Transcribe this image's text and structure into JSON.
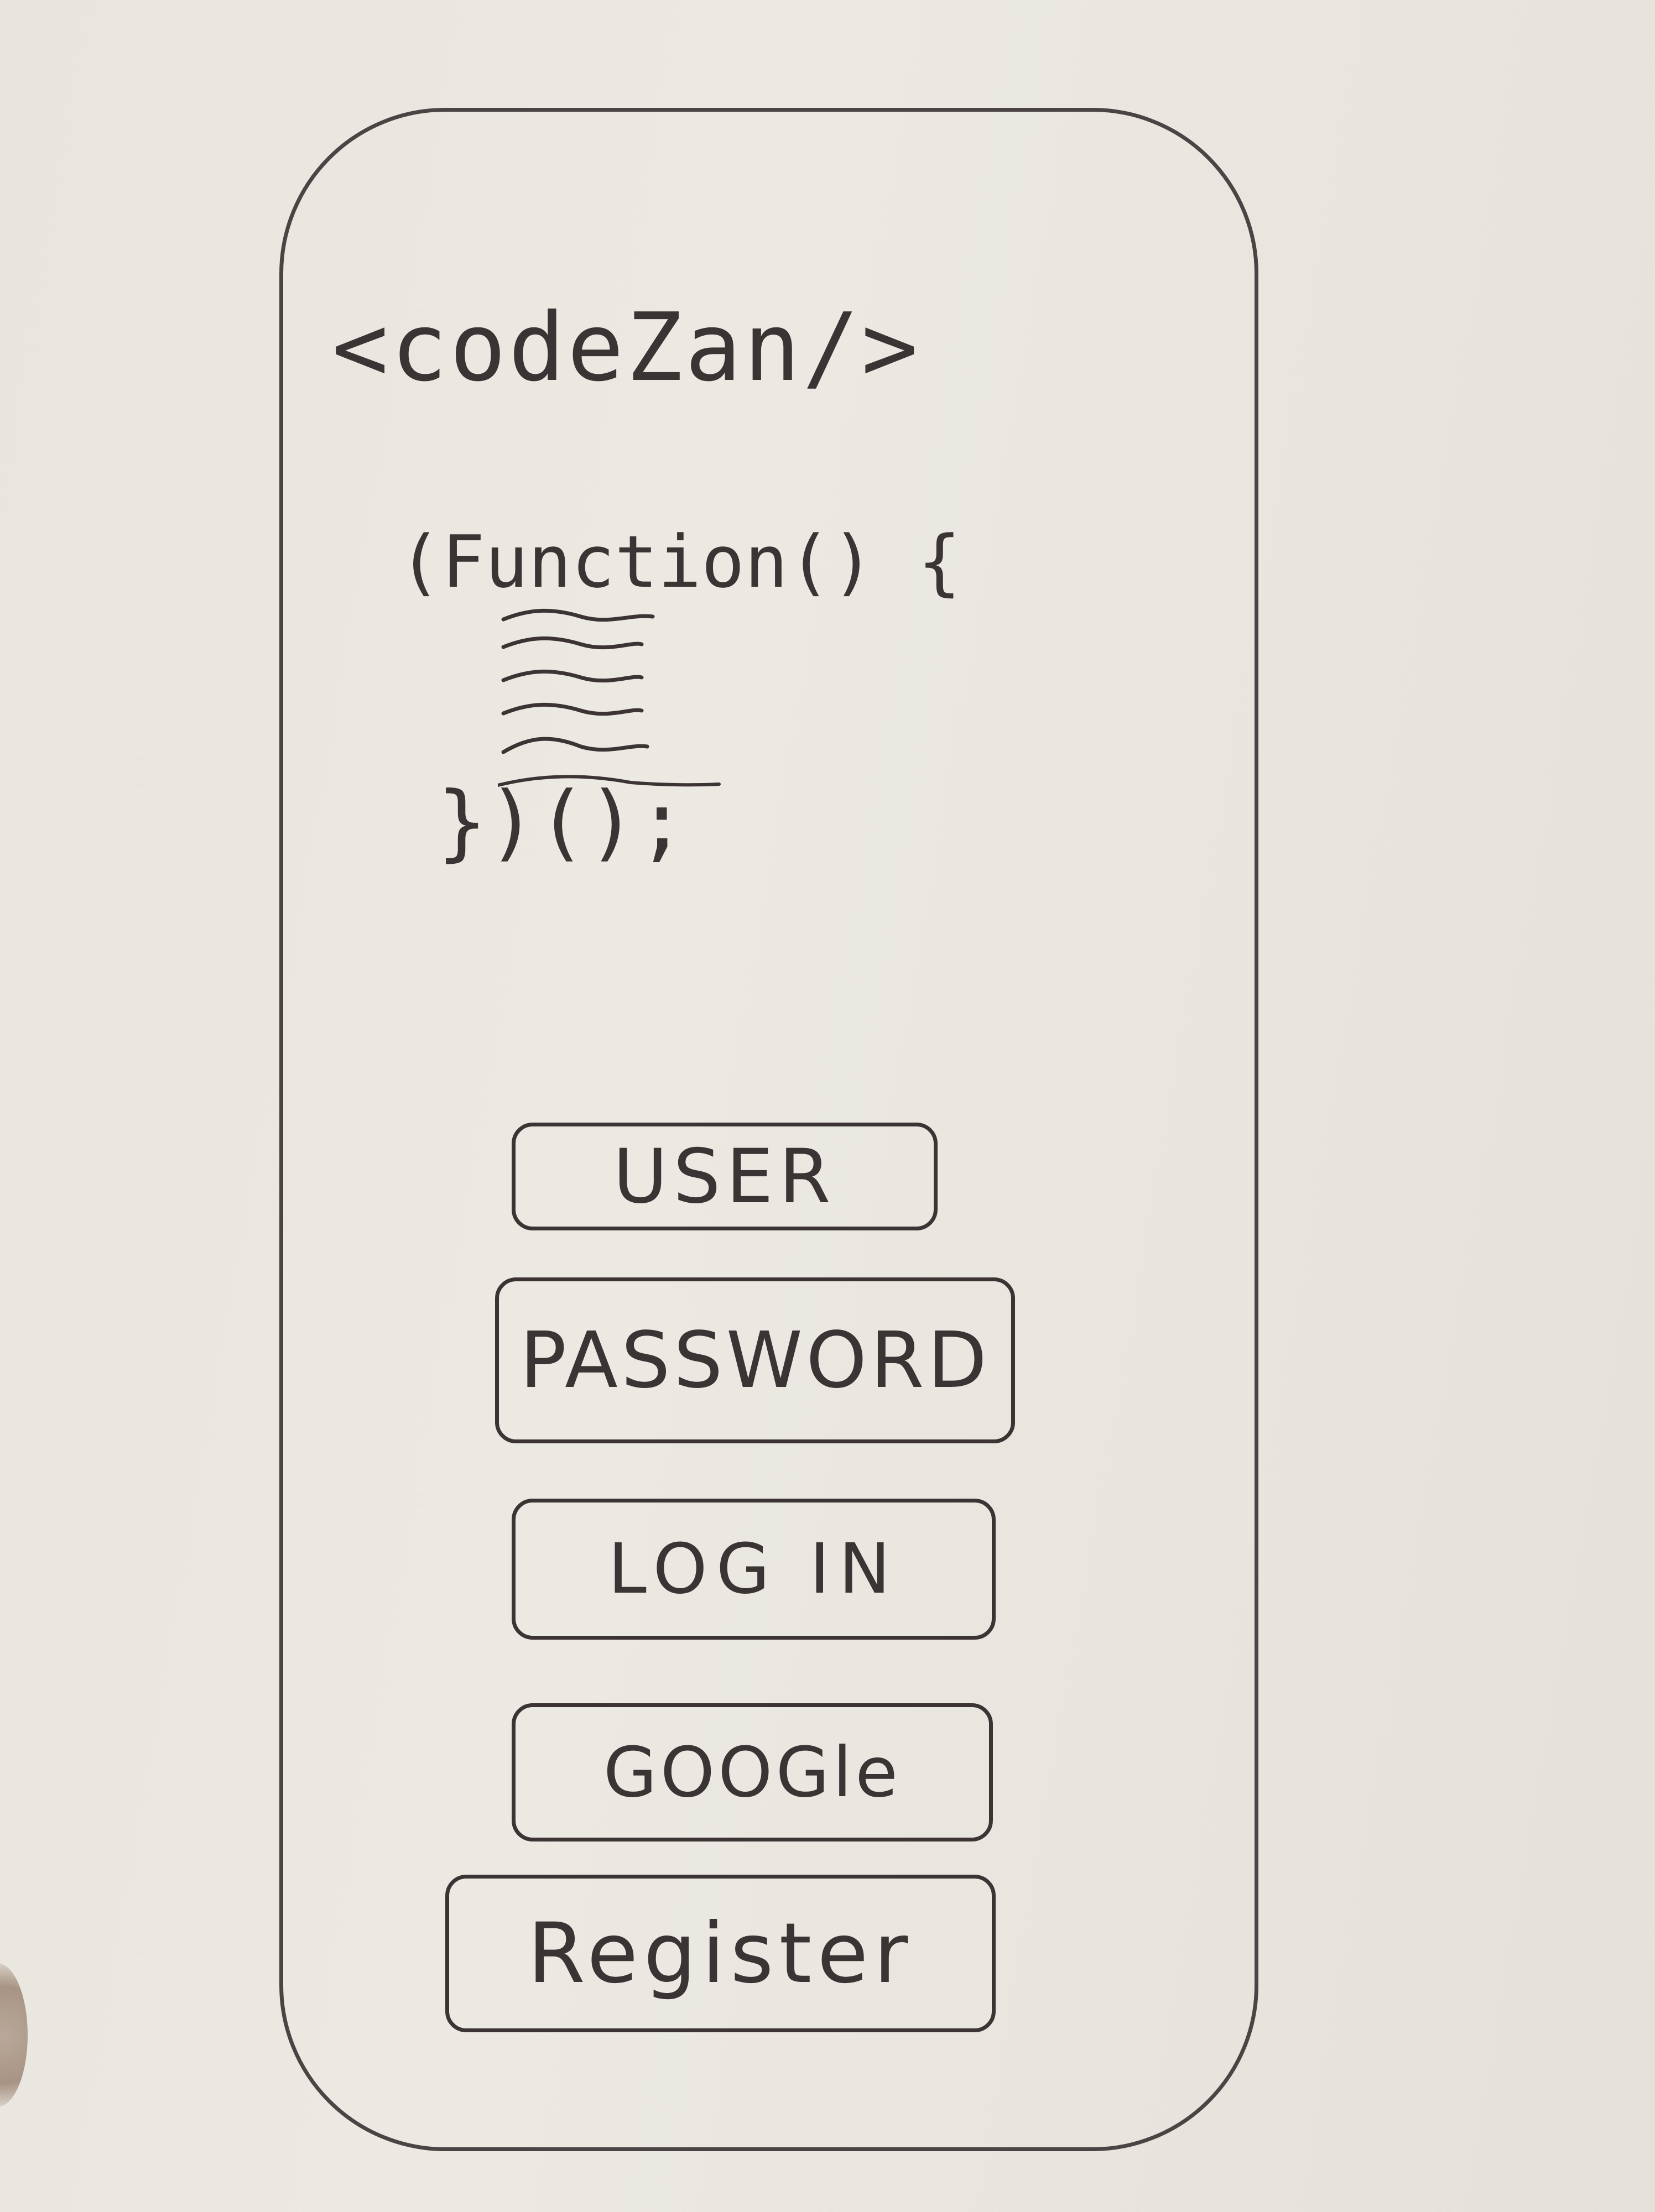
{
  "app": {
    "logo_text": "<codeZan/>"
  },
  "code_snippet": {
    "open_line": "(Function() {",
    "close_line": "})();"
  },
  "form": {
    "user_placeholder": "USER",
    "password_placeholder": "PASSWORD"
  },
  "buttons": {
    "login_label": "LOG IN",
    "google_label": "GOOGle",
    "register_label": "Register"
  },
  "colors": {
    "ink": "#3a3434",
    "paper": "#e9e6df"
  }
}
